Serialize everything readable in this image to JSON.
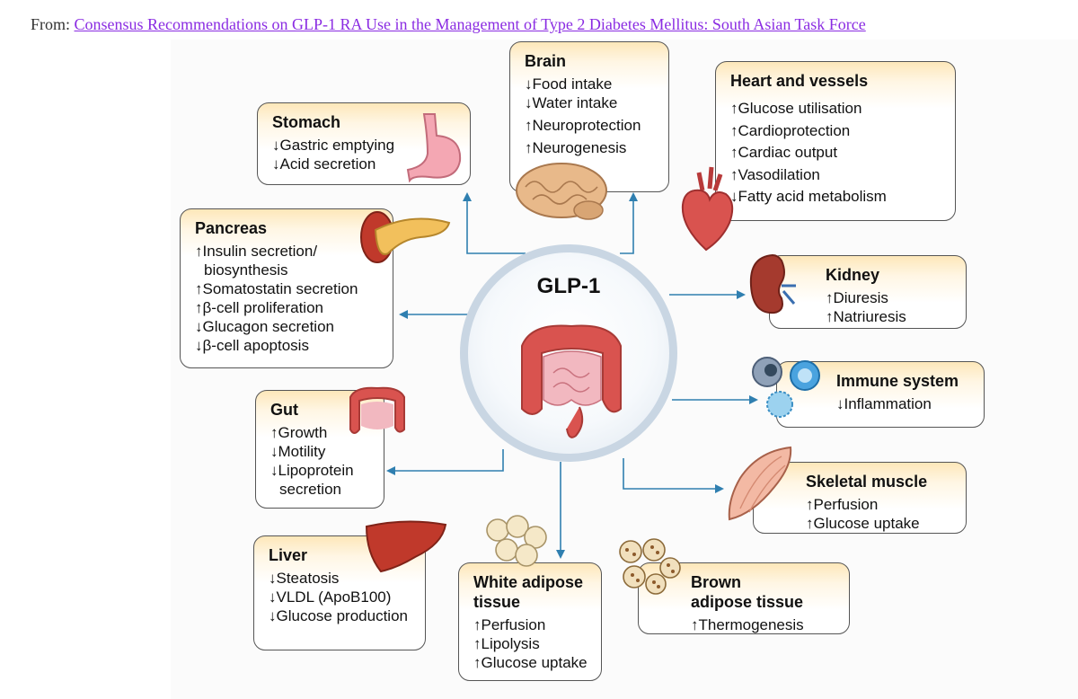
{
  "source": {
    "prefix": "From:",
    "link_text": "Consensus Recommendations on GLP-1 RA Use in the Management of Type 2 Diabetes Mellitus: South Asian Task Force"
  },
  "center": {
    "title": "GLP-1"
  },
  "boxes": {
    "brain": {
      "title": "Brain",
      "items": [
        "↓Food intake",
        "↓Water intake",
        "↑Neuroprotection",
        "↑Neurogenesis"
      ]
    },
    "heart": {
      "title": "Heart and vessels",
      "items": [
        "↑Glucose utilisation",
        "↑Cardioprotection",
        "↑Cardiac output",
        "↑Vasodilation",
        "↓Fatty acid metabolism"
      ]
    },
    "stomach": {
      "title": "Stomach",
      "items": [
        "↓Gastric emptying",
        "↓Acid secretion"
      ]
    },
    "pancreas": {
      "title": "Pancreas",
      "items": [
        "↑Insulin secretion/",
        "  biosynthesis",
        "↑Somatostatin secretion",
        "↑β-cell proliferation",
        "↓Glucagon secretion",
        "↓β-cell apoptosis"
      ]
    },
    "kidney": {
      "title": "Kidney",
      "items": [
        "↑Diuresis",
        "↑Natriuresis"
      ]
    },
    "immune": {
      "title": "Immune system",
      "items": [
        "↓Inflammation"
      ]
    },
    "gut": {
      "title": "Gut",
      "items": [
        "↑Growth",
        "↓Motility",
        "↓Lipoprotein",
        "  secretion"
      ]
    },
    "muscle": {
      "title": "Skeletal muscle",
      "items": [
        "↑Perfusion",
        "↑Glucose uptake"
      ]
    },
    "liver": {
      "title": "Liver",
      "items": [
        "↓Steatosis",
        "↓VLDL (ApoB100)",
        "↓Glucose production"
      ]
    },
    "white": {
      "title": "White adipose",
      "title2": "tissue",
      "items": [
        "↑Perfusion",
        "↑Lipolysis",
        "↑Glucose uptake"
      ]
    },
    "brown": {
      "title": "Brown",
      "title2": "adipose tissue",
      "items": [
        "↑Thermogenesis"
      ]
    }
  },
  "colors": {
    "arrow": "#2f7fb0",
    "box_border": "#555555",
    "box_header": "#fde7b9",
    "link": "#8a2be2",
    "organ": "#d9534f"
  },
  "icons": [
    "brain-icon",
    "heart-icon",
    "stomach-icon",
    "pancreas-icon",
    "kidney-icon",
    "immune-cells-icon",
    "gut-icon",
    "muscle-icon",
    "liver-icon",
    "white-adipose-icon",
    "brown-adipose-icon",
    "intestine-icon"
  ]
}
